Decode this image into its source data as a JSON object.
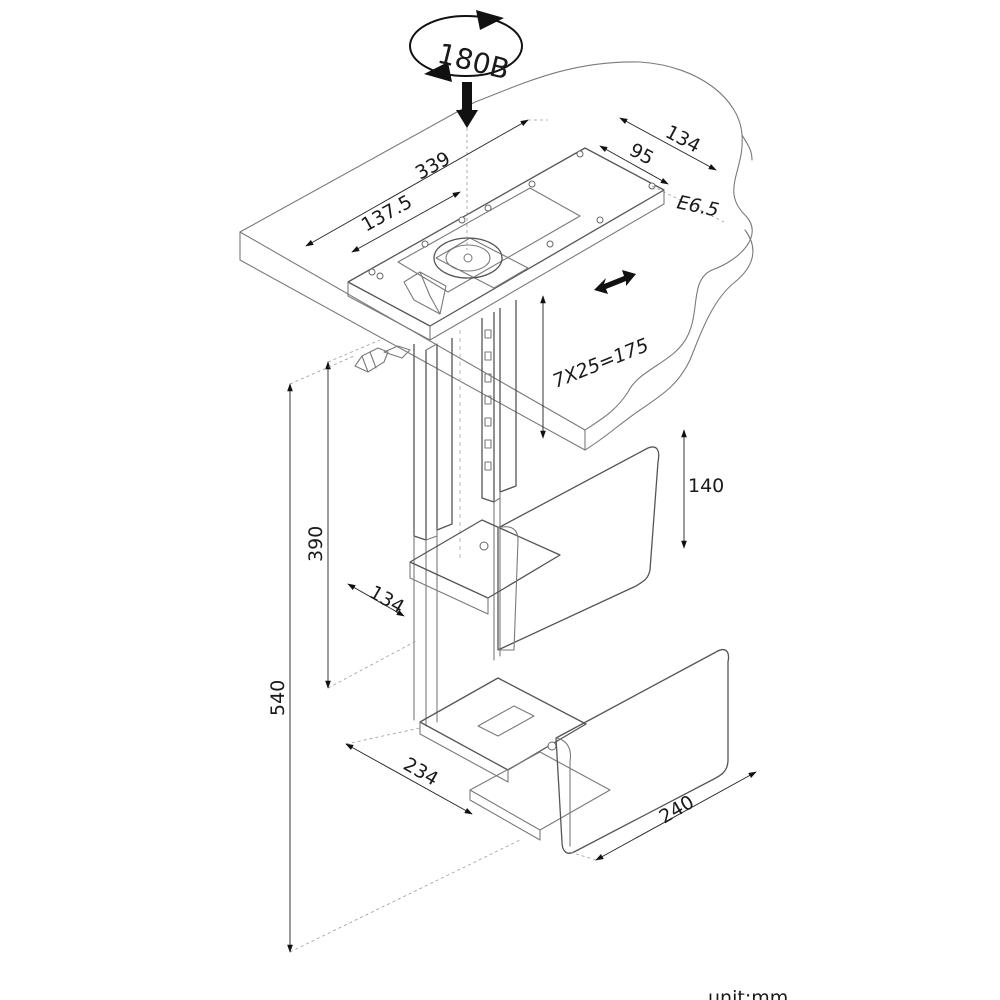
{
  "rotation": {
    "label": "180B"
  },
  "dimensions": {
    "desk_depth": "339",
    "plate_width": "137.5",
    "plate_length": "134",
    "hole_spacing": "95",
    "hole_diameter": "E6.5",
    "height_adjust": "7X25=175",
    "upper_bracket_height": "140",
    "upper_bracket_width": "134",
    "column_height": "390",
    "total_height": "540",
    "tray_depth": "234",
    "tray_width": "240"
  },
  "footer": {
    "unit_note": "unit:mm"
  }
}
